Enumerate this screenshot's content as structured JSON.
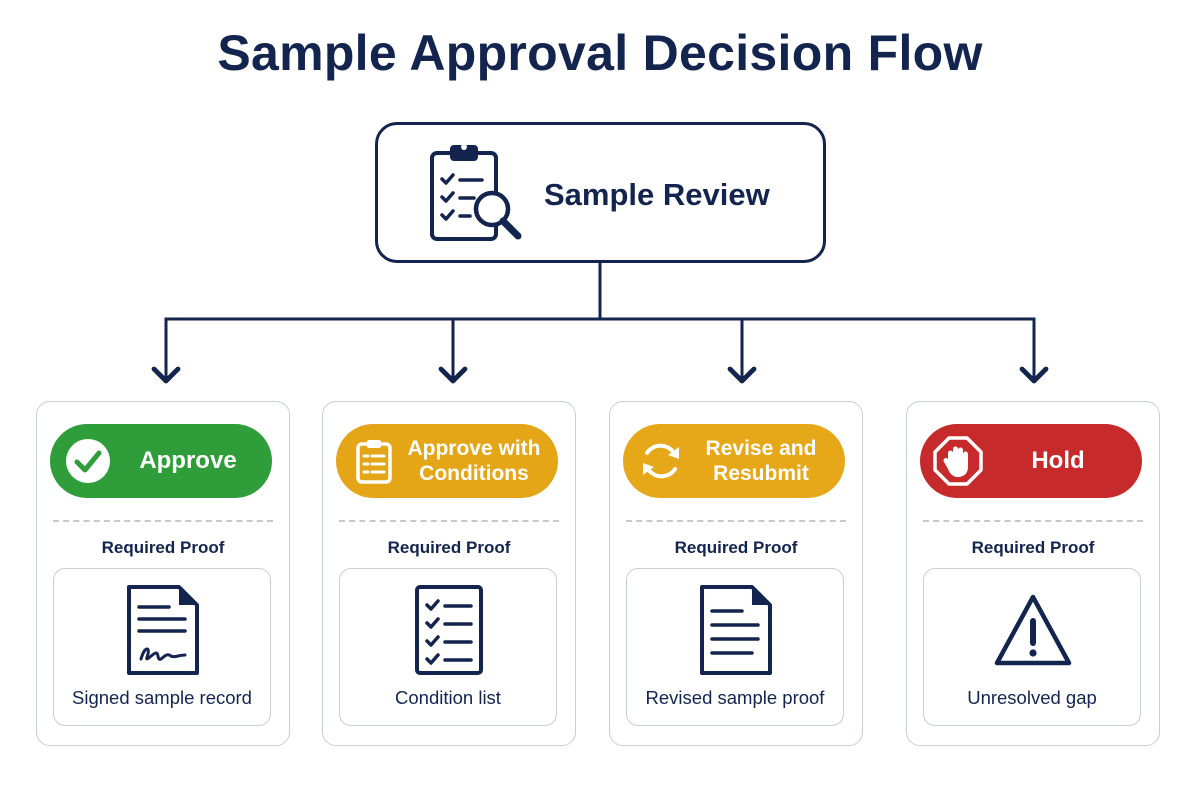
{
  "title": "Sample Approval Decision Flow",
  "review": {
    "label": "Sample Review",
    "icon": "clipboard-search-icon"
  },
  "colors": {
    "navy": "#13244f",
    "approve": "#2f9e3a",
    "conditions": "#e4a617",
    "revise": "#e6a818",
    "hold": "#c62a2a"
  },
  "outcomes": [
    {
      "label": "Approve",
      "icon": "checkmark-circle-icon",
      "proof_heading": "Required Proof",
      "proof_label": "Signed sample record",
      "proof_icon": "signed-document-icon"
    },
    {
      "label": "Approve with Conditions",
      "icon": "clipboard-list-icon",
      "proof_heading": "Required Proof",
      "proof_label": "Condition list",
      "proof_icon": "checklist-icon"
    },
    {
      "label": "Revise and Resubmit",
      "icon": "refresh-arrows-icon",
      "proof_heading": "Required Proof",
      "proof_label": "Revised sample proof",
      "proof_icon": "document-icon"
    },
    {
      "label": "Hold",
      "icon": "stop-hand-icon",
      "proof_heading": "Required Proof",
      "proof_label": "Unresolved gap",
      "proof_icon": "warning-triangle-icon"
    }
  ]
}
